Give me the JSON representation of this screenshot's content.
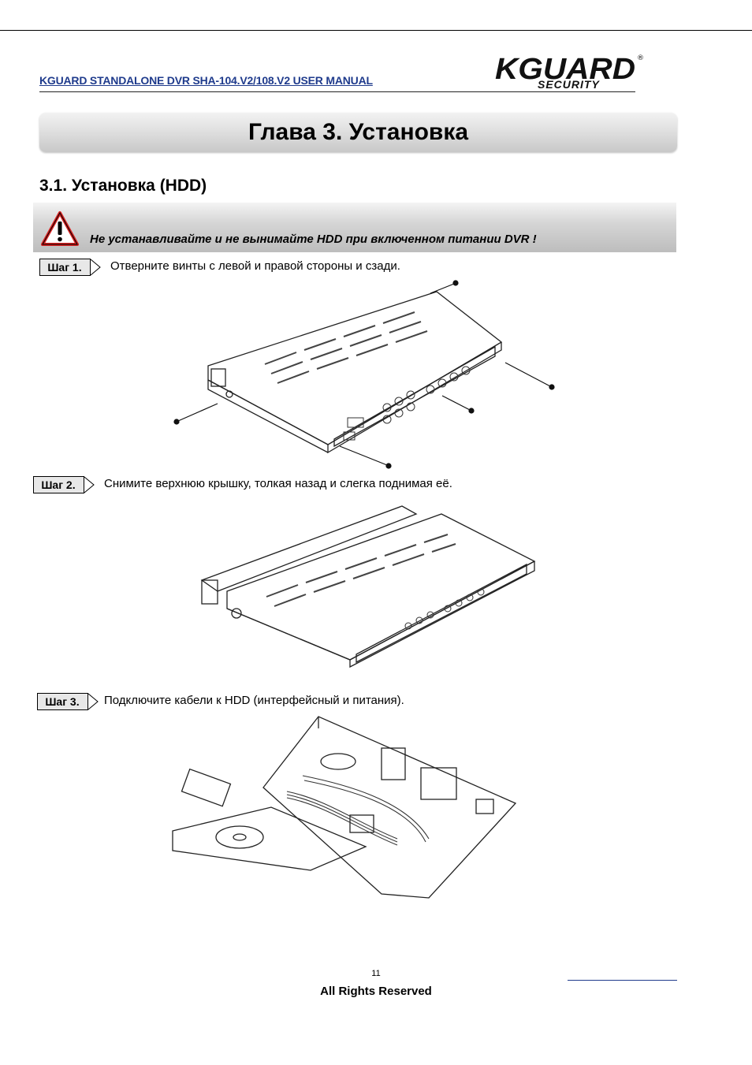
{
  "header": {
    "manual_title": "KGUARD STANDALONE DVR SHA-104.V2/108.V2 USER MANUAL",
    "logo": {
      "brand": "KGUARD",
      "tagline": "SECURITY",
      "mark": "®"
    }
  },
  "chapter": {
    "title": "Глава 3. Установка"
  },
  "section": {
    "heading": "3.1. Установка (HDD)"
  },
  "warning": {
    "icon": "warning-triangle-icon",
    "text": "Не устанавливайте и не вынимайте HDD при включенном питании DVR !"
  },
  "steps": [
    {
      "label": "Шаг 1.",
      "text": "Отверните винты с левой и правой стороны и сзади."
    },
    {
      "label": "Шаг 2.",
      "text": "Снимите верхнюю крышку, толкая назад и слегка поднимая её."
    },
    {
      "label": "Шаг 3.",
      "text": "Подключите кабели к HDD (интерфейсный и питания)."
    }
  ],
  "footer": {
    "page_number": "11",
    "rights": "All Rights Reserved"
  },
  "colors": {
    "title_blue": "#1f3b8c",
    "warning_red": "#d62020"
  }
}
